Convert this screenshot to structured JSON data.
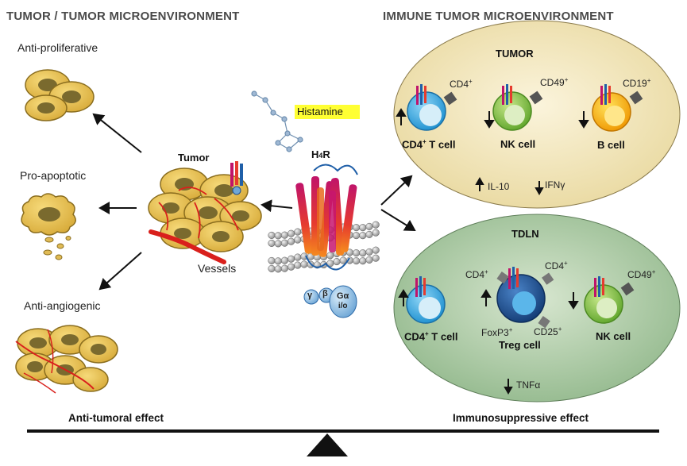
{
  "headers": {
    "left": "TUMOR / TUMOR MICROENVIRONMENT",
    "right": "IMMUNE TUMOR MICROENVIRONMENT"
  },
  "left_effects": {
    "anti_proliferative": "Anti-proliferative",
    "pro_apoptotic": "Pro-apoptotic",
    "anti_angiogenic": "Anti-angiogenic"
  },
  "center": {
    "tumor": "Tumor",
    "vessels": "Vessels",
    "histamine": "Histamine",
    "receptor_main": "H",
    "receptor_sub": "4",
    "receptor_end": "R",
    "gamma": "γ",
    "beta": "β",
    "galpha": "Gα",
    "galpha_sub": "i/o"
  },
  "tumor_panel": {
    "title": "TUMOR",
    "cell1_marker": "CD4",
    "cell1_marker_sup": "+",
    "cell1_name": "CD4",
    "cell1_name_sup": "+",
    "cell1_name_end": " T cell",
    "cell2_marker": "CD49",
    "cell2_marker_sup": "+",
    "cell2_name": "NK cell",
    "cell3_marker": "CD19",
    "cell3_marker_sup": "+",
    "cell3_name": "B cell",
    "cytokine1": "IL-10",
    "cytokine2": "IFNγ"
  },
  "tdln_panel": {
    "title": "TDLN",
    "cell1_marker": "CD4",
    "cell1_marker_sup": "+",
    "cell1_name": "CD4",
    "cell1_name_sup": "+",
    "cell1_name_end": " T cell",
    "treg_marker_left": "CD4",
    "treg_marker_left_sup": "+",
    "treg_marker_right": "CD4",
    "treg_marker_right_sup": "+",
    "treg_foxp3": "FoxP3",
    "treg_foxp3_sup": "+",
    "treg_cd25": "CD25",
    "treg_cd25_sup": "+",
    "treg_name": "Treg cell",
    "cell3_marker": "CD49",
    "cell3_marker_sup": "+",
    "cell3_name": "NK cell",
    "cytokine": "TNFα"
  },
  "balance": {
    "left_label": "Anti-tumoral effect",
    "right_label": "Immunosuppressive effect"
  },
  "colors": {
    "tumor_cell": "#e8c25a",
    "tumor_nucleus": "#7a6a2e",
    "vessel": "#d9201c",
    "tumor_panel_bg": "#f3e8c0",
    "tdln_panel_bg": "#a9c8a2",
    "cd4_cell": "#4fb3e8",
    "nk_cell": "#8cc63f",
    "b_cell": "#f7b500",
    "treg_cell": "#1f4e8c",
    "histamine_highlight": "#ffff33"
  }
}
